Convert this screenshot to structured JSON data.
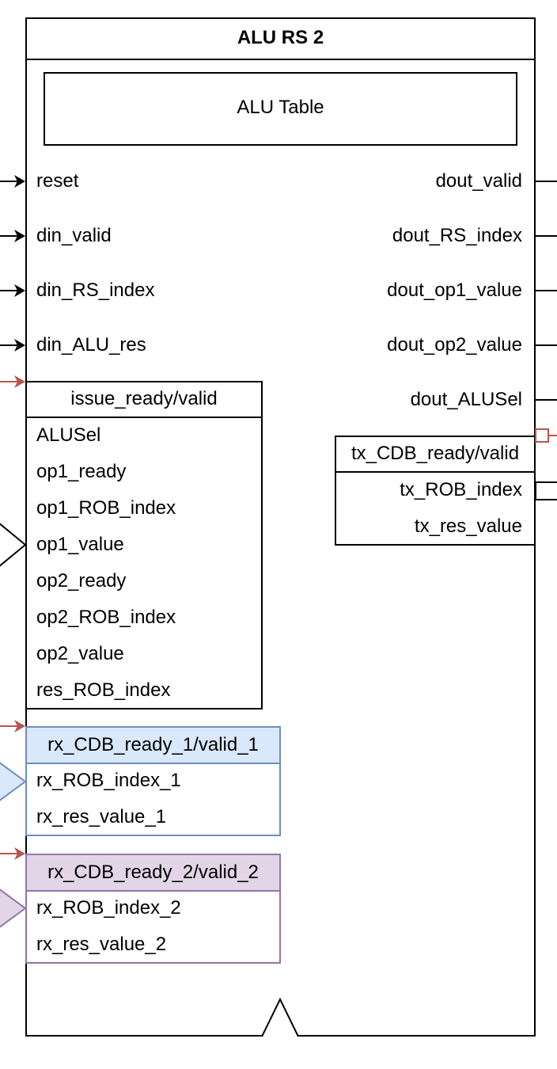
{
  "block": {
    "title": "ALU RS 2"
  },
  "table": {
    "label": "ALU Table"
  },
  "inputs": [
    {
      "label": "reset"
    },
    {
      "label": "din_valid"
    },
    {
      "label": "din_RS_index"
    },
    {
      "label": "din_ALU_res"
    }
  ],
  "outputs": [
    {
      "label": "dout_valid"
    },
    {
      "label": "dout_RS_index"
    },
    {
      "label": "dout_op1_value"
    },
    {
      "label": "dout_op2_value"
    },
    {
      "label": "dout_ALUSel"
    }
  ],
  "issue": {
    "header": "issue_ready/valid",
    "fields": [
      "ALUSel",
      "op1_ready",
      "op1_ROB_index",
      "op1_value",
      "op2_ready",
      "op2_ROB_index",
      "op2_value",
      "res_ROB_index"
    ]
  },
  "tx": {
    "header": "tx_CDB_ready/valid",
    "fields": [
      "tx_ROB_index",
      "tx_res_value"
    ]
  },
  "rx1": {
    "header": "rx_CDB_ready_1/valid_1",
    "fields": [
      "rx_ROB_index_1",
      "rx_res_value_1"
    ]
  },
  "rx2": {
    "header": "rx_CDB_ready_2/valid_2",
    "fields": [
      "rx_ROB_index_2",
      "rx_res_value_2"
    ]
  },
  "colors": {
    "line": "#000000",
    "handshake_arrow": "#b85450",
    "rx1_fill": "#dae8fc",
    "rx1_stroke": "#6c8ebf",
    "rx2_fill": "#e1d5e7",
    "rx2_stroke": "#9673a6"
  }
}
